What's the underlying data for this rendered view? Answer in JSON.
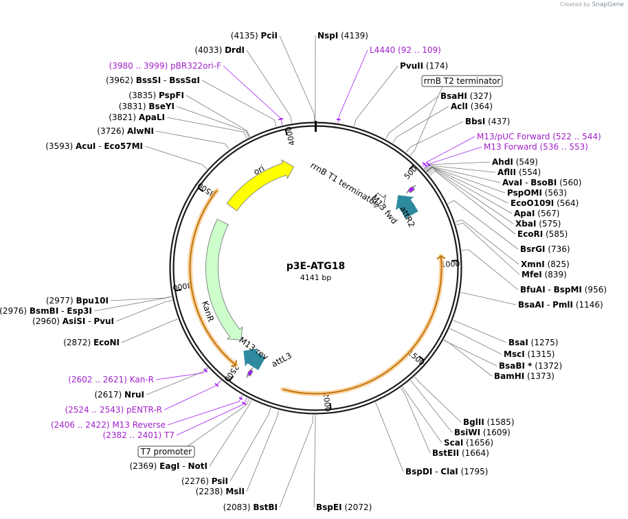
{
  "header": {
    "credit": "Created by",
    "brand": "SnapGene"
  },
  "plasmid": {
    "name": "p3E-ATG18",
    "length": "4141 bp",
    "total_bp": 4141
  },
  "ticks": [
    "500",
    "1000",
    "1500",
    "2000",
    "2500",
    "3000",
    "3500",
    "4000"
  ],
  "features": [
    {
      "label": "ori",
      "start": 3520,
      "end": 4000,
      "dir": 1,
      "color": "#ffff00",
      "track": "inner"
    },
    {
      "label": "KanR",
      "start": 2600,
      "end": 3410,
      "dir": -1,
      "color": "#ccffcc",
      "track": "inner"
    },
    {
      "label": "attR2",
      "start": 560,
      "end": 700,
      "dir": -1,
      "color": "#2e8a9e",
      "track": "inner2"
    },
    {
      "label": "attL3",
      "start": 2410,
      "end": 2540,
      "dir": 1,
      "color": "#2e8a9e",
      "track": "inner2"
    },
    {
      "label": "rrnB T1 terminator",
      "start": 455,
      "end": 543,
      "dir": 1,
      "color": "#ffffff",
      "track": "inner3"
    },
    {
      "label": "M13 fwd",
      "start": 570,
      "end": 592,
      "dir": -1,
      "color": "#a020f0",
      "track": "inner4"
    },
    {
      "label": "M13 rev",
      "start": 2430,
      "end": 2450,
      "dir": 1,
      "color": "#a020f0",
      "track": "inner4"
    }
  ],
  "orf_arcs": [
    {
      "start": 972,
      "end": 2245,
      "dir": -1
    },
    {
      "start": 2525,
      "end": 3545,
      "dir": -1
    }
  ],
  "enzymes_right": [
    {
      "name": "NspI",
      "pos": "(4139)"
    },
    {
      "name": "PvuII",
      "pos": "(174)"
    },
    {
      "name": "BsaHI",
      "pos": "(327)"
    },
    {
      "name": "AclI",
      "pos": "(364)"
    },
    {
      "name": "BbsI",
      "pos": "(437)"
    },
    {
      "name": "AhdI",
      "pos": "(549)"
    },
    {
      "name": "AflII",
      "pos": "(554)"
    },
    {
      "name": "AvaI",
      "name2": "BsoBI",
      "pos": "(560)"
    },
    {
      "name": "PspOMI",
      "pos": "(563)"
    },
    {
      "name": "EcoO109I",
      "pos": "(564)"
    },
    {
      "name": "ApaI",
      "pos": "(567)"
    },
    {
      "name": "XbaI",
      "pos": "(575)"
    },
    {
      "name": "EcoRI",
      "pos": "(585)"
    },
    {
      "name": "BsrGI",
      "pos": "(736)"
    },
    {
      "name": "XmnI",
      "pos": "(825)"
    },
    {
      "name": "MfeI",
      "pos": "(839)"
    },
    {
      "name": "BfuAI",
      "name2": "BspMI",
      "pos": "(956)"
    },
    {
      "name": "BsaAI",
      "name2": "PmlI",
      "pos": "(1146)"
    },
    {
      "name": "BsaI",
      "pos": "(1275)"
    },
    {
      "name": "MscI",
      "pos": "(1315)"
    },
    {
      "name": "BsaBI *",
      "pos": "(1372)"
    },
    {
      "name": "BamHI",
      "pos": "(1373)"
    },
    {
      "name": "BglII",
      "pos": "(1585)"
    },
    {
      "name": "BsiWI",
      "pos": "(1609)"
    },
    {
      "name": "ScaI",
      "pos": "(1656)"
    },
    {
      "name": "BstEII",
      "pos": "(1664)"
    },
    {
      "name": "BspDI",
      "name2": "ClaI",
      "pos": "(1795)"
    },
    {
      "name": "BspEI",
      "pos": "(2072)"
    }
  ],
  "enzymes_left": [
    {
      "name": "PciI",
      "pos": "(4135)"
    },
    {
      "name": "DrdI",
      "pos": "(4033)"
    },
    {
      "name": "BssSI",
      "name2": "BssSαI",
      "pos": "(3962)"
    },
    {
      "name": "PspFI",
      "pos": "(3835)"
    },
    {
      "name": "BseYI",
      "pos": "(3831)"
    },
    {
      "name": "ApaLI",
      "pos": "(3821)"
    },
    {
      "name": "AlwNI",
      "pos": "(3726)"
    },
    {
      "name": "AcuI",
      "name2": "Eco57MI",
      "pos": "(3593)"
    },
    {
      "name": "Bpu10I",
      "pos": "(2977)"
    },
    {
      "name": "BsmBI",
      "name2": "Esp3I",
      "pos": "(2976)"
    },
    {
      "name": "AsiSI",
      "name2": "PvuI",
      "pos": "(2960)"
    },
    {
      "name": "EcoNI",
      "pos": "(2872)"
    },
    {
      "name": "NruI",
      "pos": "(2617)"
    },
    {
      "name": "EagI",
      "name2": "NotI",
      "pos": "(2369)"
    },
    {
      "name": "PsiI",
      "pos": "(2276)"
    },
    {
      "name": "MslI",
      "pos": "(2238)"
    },
    {
      "name": "BstBI",
      "pos": "(2083)"
    }
  ],
  "feature_labels": [
    {
      "name": "L4440",
      "range": "(92 .. 109)"
    },
    {
      "name": "pBR322ori-F",
      "range": "(3980 .. 3999)"
    },
    {
      "name": "M13/pUC Forward",
      "range": "(522 .. 544)"
    },
    {
      "name": "M13 Forward",
      "range": "(536 .. 553)"
    },
    {
      "name": "Kan-R",
      "range": "(2602 .. 2621)"
    },
    {
      "name": "pENTR-R",
      "range": "(2524 .. 2543)"
    },
    {
      "name": "M13 Reverse",
      "range": "(2406 .. 2422)"
    },
    {
      "name": "T7",
      "range": "(2382 .. 2401)"
    }
  ],
  "boxed_labels": [
    "rrnB T2 terminator",
    "T7 promoter"
  ]
}
